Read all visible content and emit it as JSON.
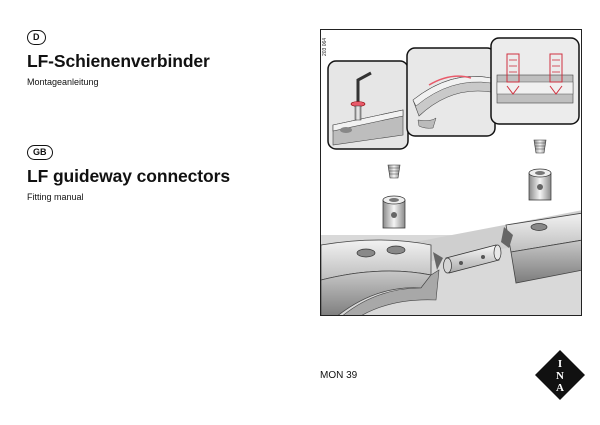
{
  "german": {
    "badge": "D",
    "title": "LF-Schienenverbinder",
    "subtitle": "Montageanleitung"
  },
  "english": {
    "badge": "GB",
    "title": "LF guideway connectors",
    "subtitle": "Fitting manual"
  },
  "figure": {
    "code": "203 064",
    "icons": [
      "allen-key-icon",
      "screw-icon",
      "connector-pin-icon",
      "guideway-rail-icon"
    ]
  },
  "footer": {
    "doc_number": "MON 39"
  },
  "logo": {
    "letters": [
      "I",
      "N",
      "A"
    ],
    "color": "#111111"
  }
}
